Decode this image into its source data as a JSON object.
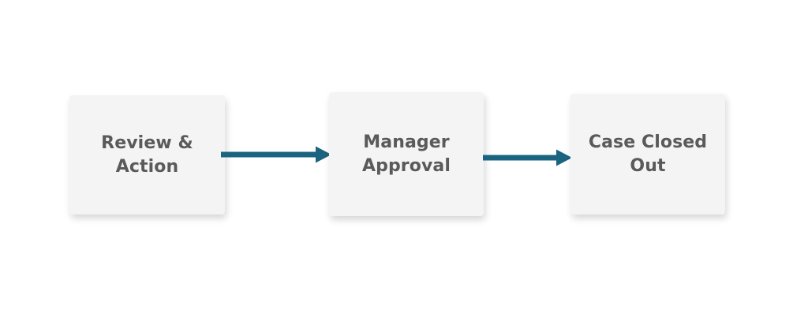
{
  "diagram": {
    "type": "process-flow",
    "orientation": "left-to-right",
    "background_color": "#ffffff",
    "node_fill_color": "#f4f4f4",
    "node_text_color": "#5a5a5a",
    "connector_color": "#1a6480",
    "nodes": [
      {
        "id": "review-action",
        "label": "Review &\nAction",
        "line1": "Review &",
        "line2": "Action",
        "order": 1
      },
      {
        "id": "manager-approval",
        "label": "Manager\nApproval",
        "line1": "Manager",
        "line2": "Approval",
        "order": 2
      },
      {
        "id": "case-closed-out",
        "label": "Case Closed\nOut",
        "line1": "Case Closed",
        "line2": "Out",
        "order": 3
      }
    ],
    "connectors": [
      {
        "id": "connector-1",
        "from": "review-action",
        "to": "manager-approval",
        "style": "solid-arrow"
      },
      {
        "id": "connector-2",
        "from": "manager-approval",
        "to": "case-closed-out",
        "style": "solid-arrow"
      }
    ]
  }
}
